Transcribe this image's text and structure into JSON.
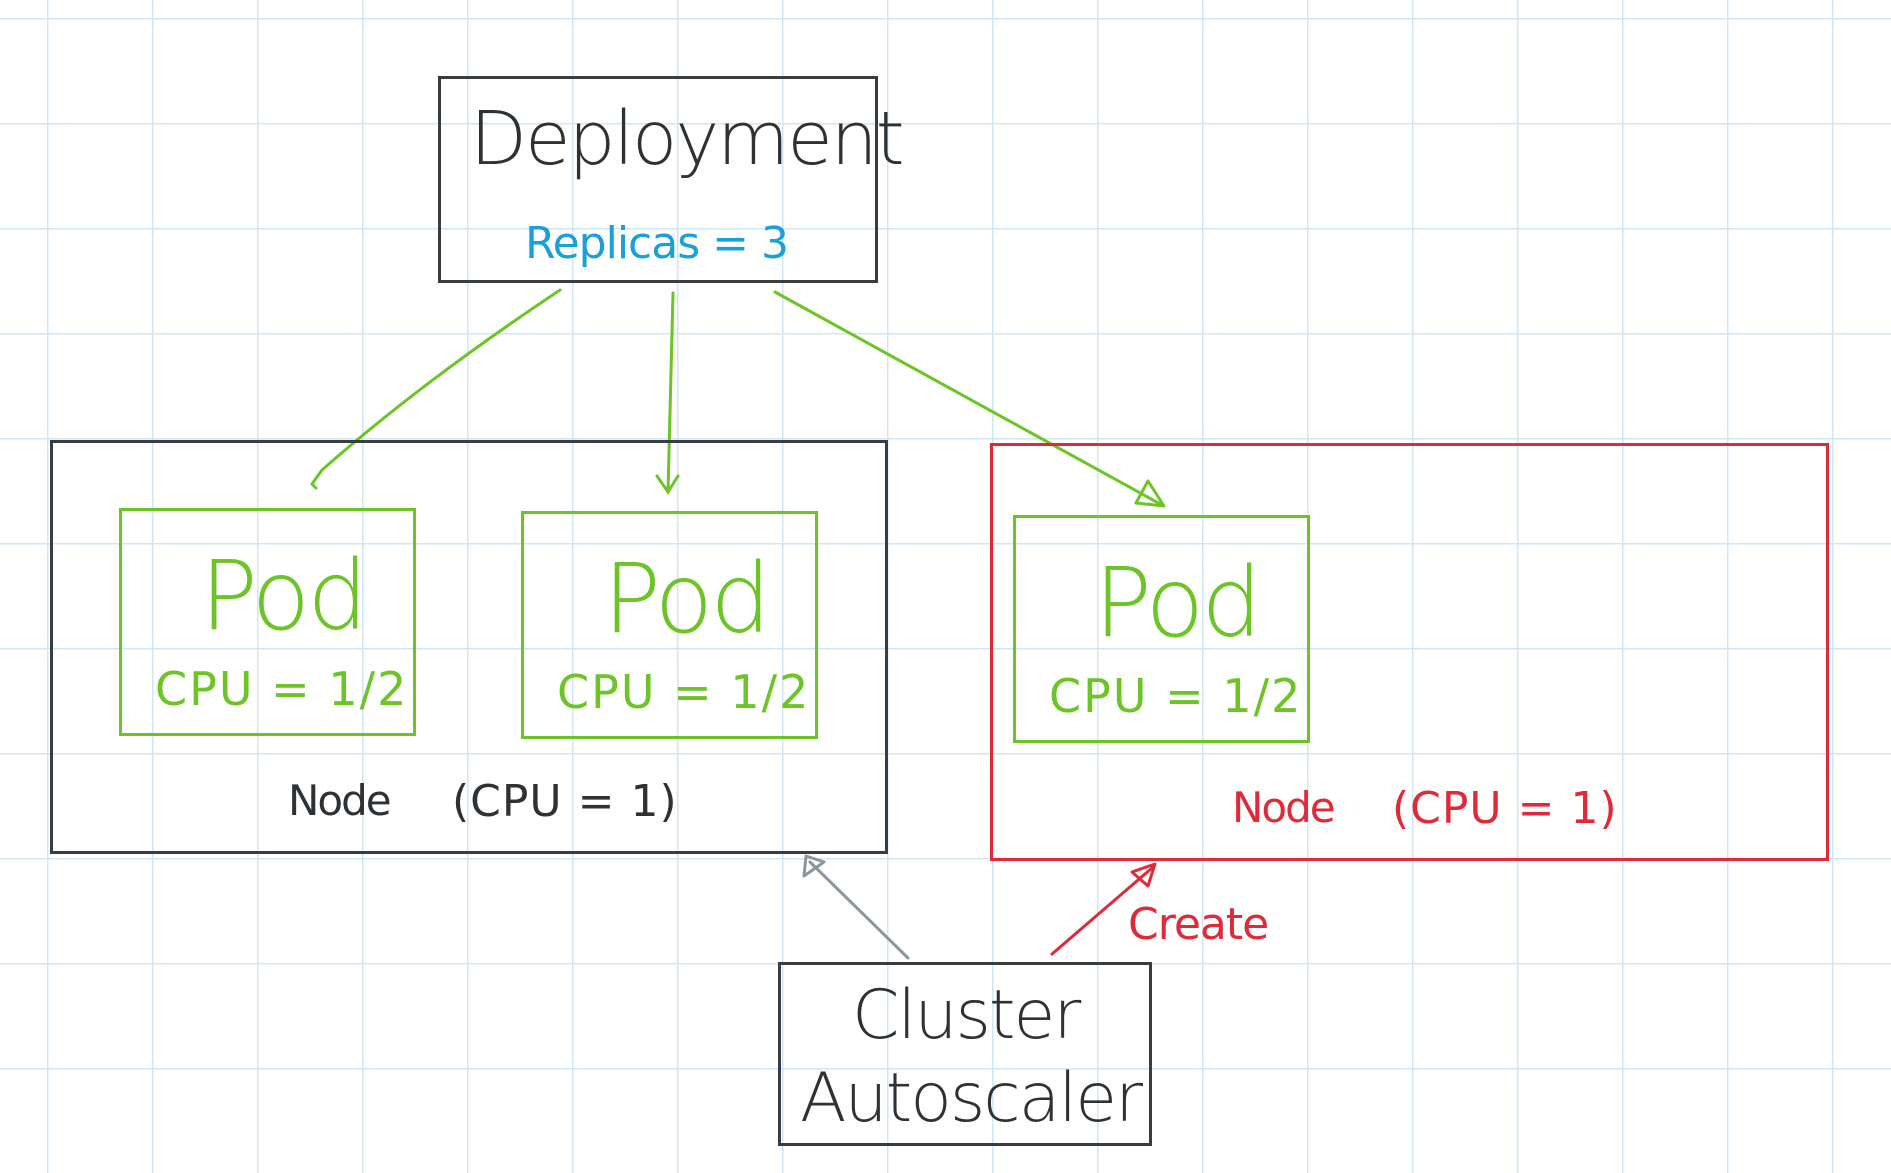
{
  "deployment": {
    "title": "Deployment",
    "replicas_label": "Replicas = 3"
  },
  "nodes": [
    {
      "label": "Node",
      "cpu_label": "(CPU = 1)",
      "color": "#3a3d40"
    },
    {
      "label": "Node",
      "cpu_label": "(CPU = 1)",
      "color": "#e02a38"
    }
  ],
  "pods": [
    {
      "title": "Pod",
      "cpu_label": "CPU = 1/2"
    },
    {
      "title": "Pod",
      "cpu_label": "CPU = 1/2"
    },
    {
      "title": "Pod",
      "cpu_label": "CPU = 1/2"
    }
  ],
  "autoscaler": {
    "line1": "Cluster",
    "line2": "Autoscaler"
  },
  "create_label": "Create",
  "colors": {
    "grid": "#cfe6f5",
    "box_stroke": "#3a3d40",
    "pod_green": "#6cc427",
    "new_node_red": "#e02a38",
    "replicas_blue": "#1aa0d8",
    "observe_arrow_gray": "#8a979e"
  }
}
